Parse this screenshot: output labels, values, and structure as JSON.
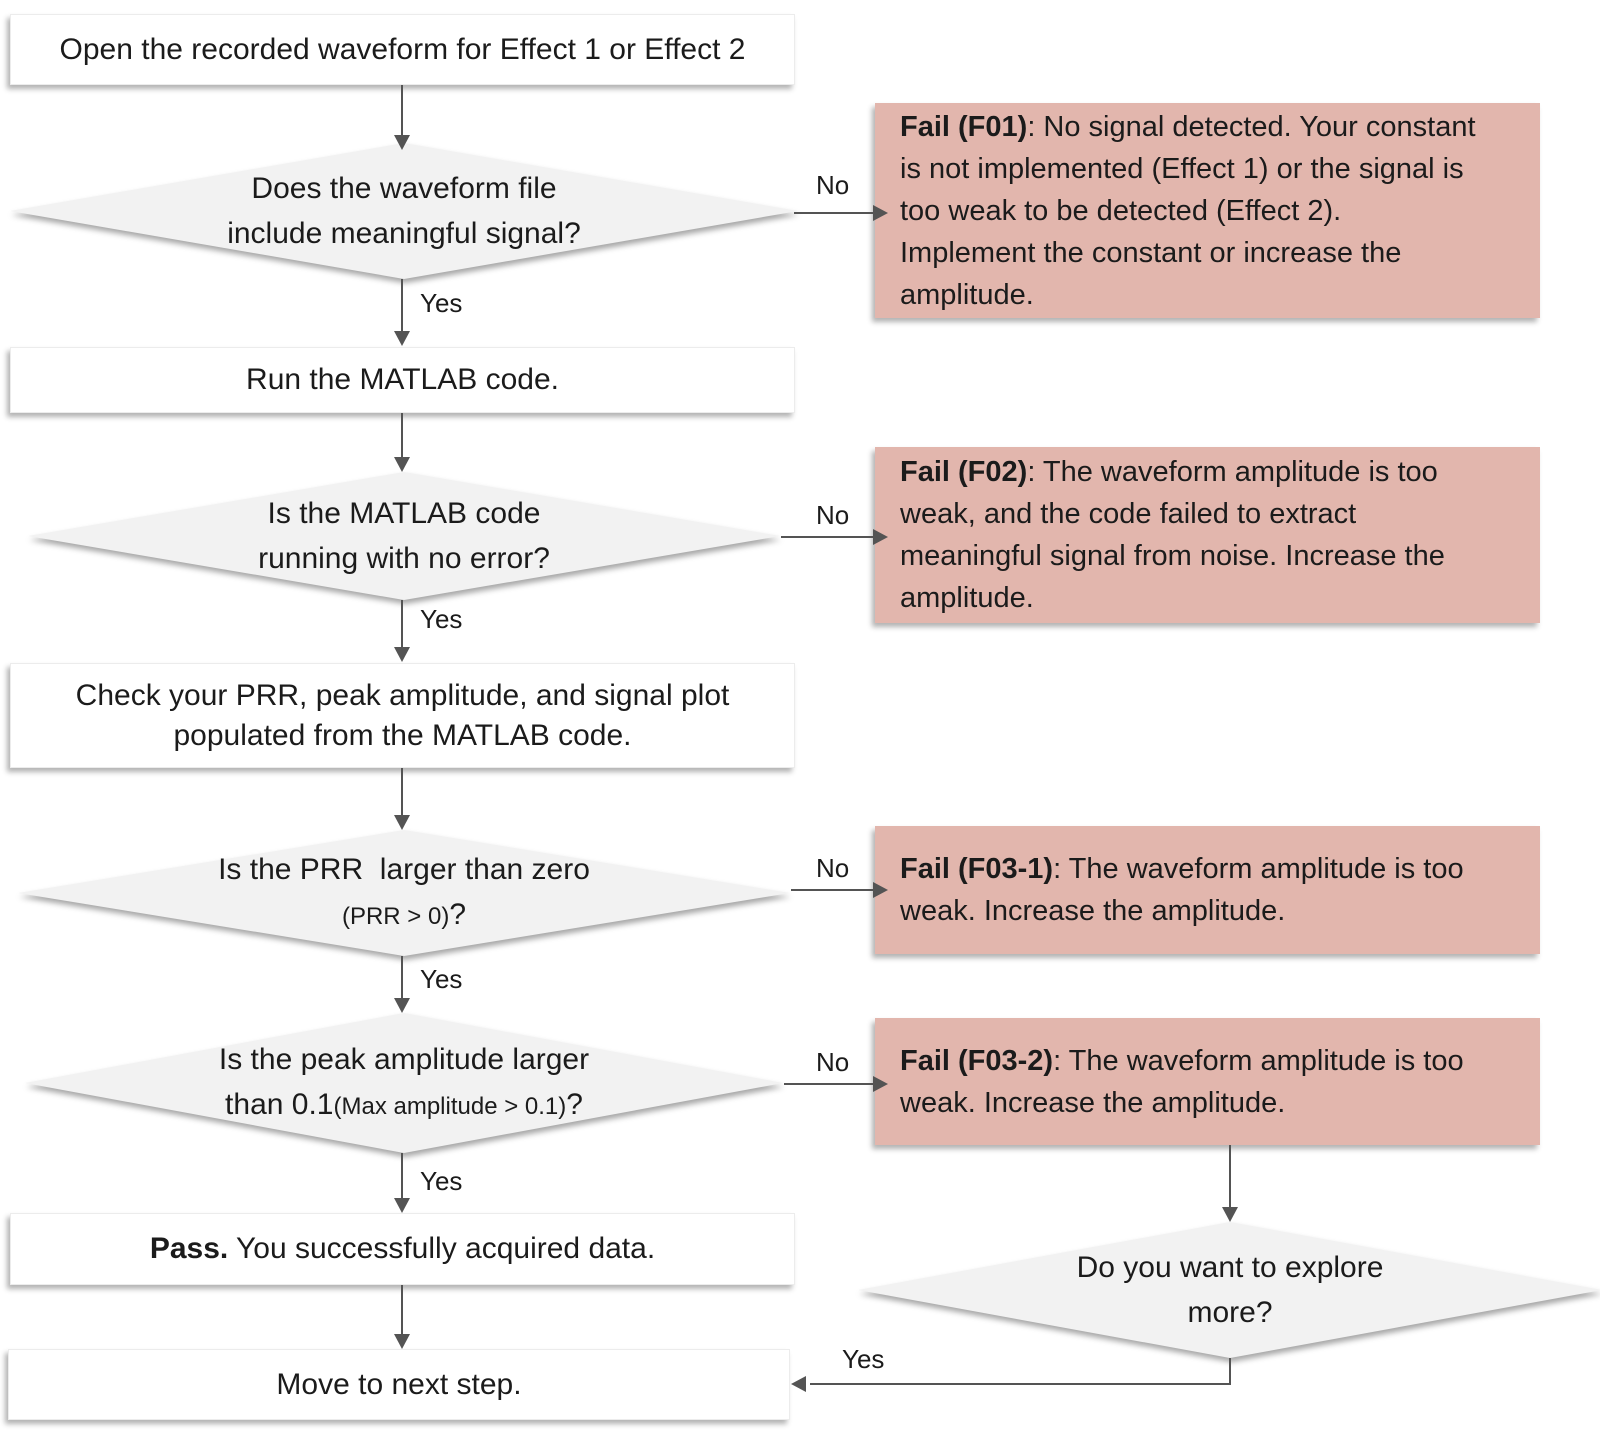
{
  "colors": {
    "fail_bg": "#e2b6ad",
    "diamond_bg": "#f2f2f2",
    "box_bg": "#ffffff",
    "line": "#545454"
  },
  "flow": {
    "boxes": {
      "open": {
        "text": "Open the recorded waveform for Effect 1 or Effect 2"
      },
      "run": {
        "text": "Run the MATLAB code."
      },
      "check": {
        "lines": [
          "Check your PRR, peak amplitude, and signal plot",
          "populated from the MATLAB code."
        ]
      },
      "pass": {
        "bold": "Pass.",
        "text": " You successfully acquired data."
      },
      "move": {
        "text": "Move to next step."
      }
    },
    "diamonds": {
      "signal": {
        "line1": "Does the waveform file",
        "line2": "include meaningful signal?"
      },
      "matlab": {
        "line1": "Is the MATLAB code",
        "line2": "running with no error?"
      },
      "prr": {
        "line1": "Is the PRR  larger than zero",
        "line2_small": "(PRR > 0)",
        "line2_suffix": "?"
      },
      "amplitude": {
        "line1": "Is the peak amplitude larger",
        "line2_prefix": "than 0.1",
        "line2_small": "(Max amplitude > 0.1)",
        "line2_suffix": "?"
      },
      "explore": {
        "line1": "Do you want to explore",
        "line2": "more?"
      }
    },
    "fail_boxes": [
      {
        "label": "Fail (F01)",
        "lines": [
          ": No signal detected. Your constant",
          "is not implemented (Effect 1) or the signal is",
          "too weak to be detected (Effect 2).",
          "Implement the constant or increase the",
          "amplitude."
        ]
      },
      {
        "label": "Fail (F02)",
        "lines": [
          ": The waveform amplitude is too",
          "weak, and the code failed to extract",
          "meaningful signal from noise. Increase the",
          "amplitude."
        ]
      },
      {
        "label": "Fail (F03-1)",
        "lines": [
          ": The waveform amplitude is too",
          "weak. Increase the amplitude."
        ]
      },
      {
        "label": "Fail (F03-2)",
        "lines": [
          ": The waveform amplitude is too",
          "weak. Increase the amplitude."
        ]
      }
    ],
    "labels": {
      "yes": "Yes",
      "no": "No"
    }
  }
}
